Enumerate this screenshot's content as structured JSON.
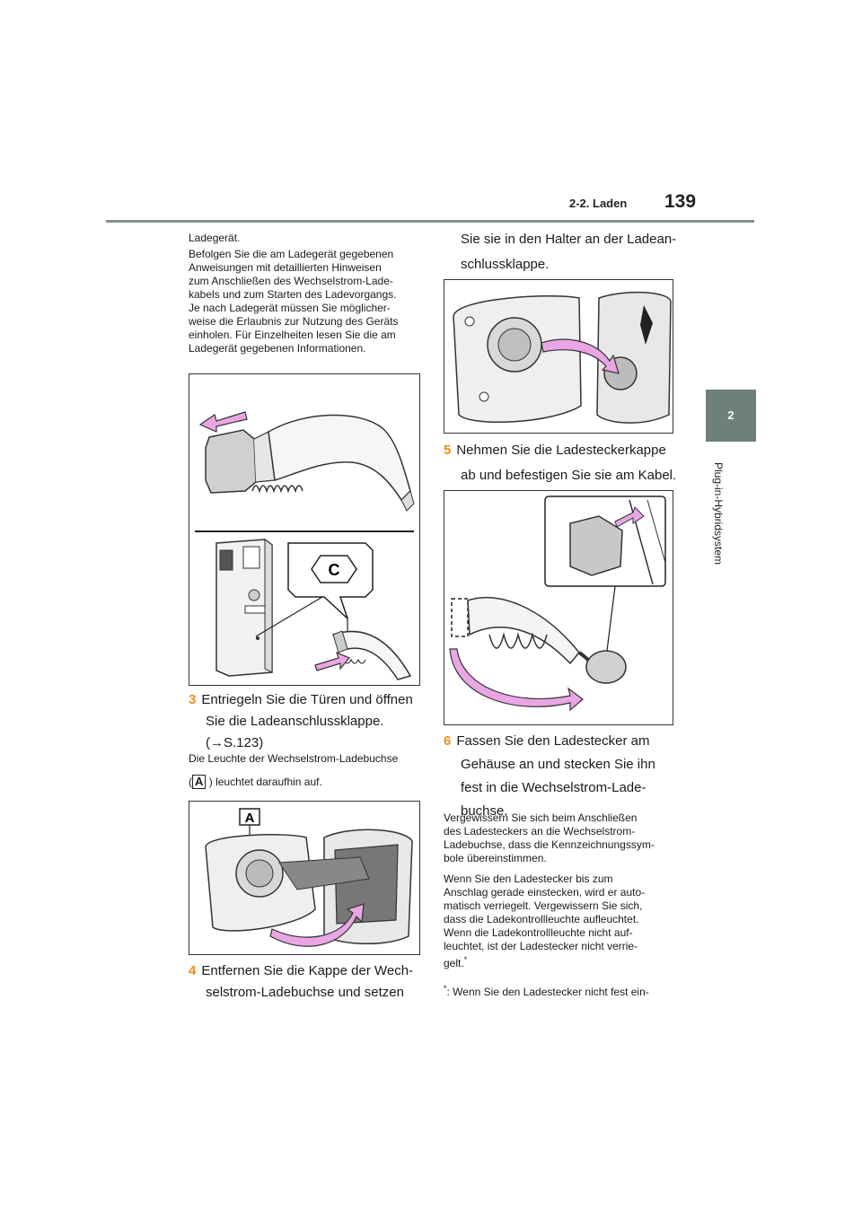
{
  "header": {
    "section": "2-2. Laden",
    "page_number": "139"
  },
  "sidebar": {
    "chapter_number": "2",
    "chapter_title": "Plug-in-Hybridsystem"
  },
  "left_column": {
    "intro_line": "Ladegerät.",
    "intro_paragraph": [
      "Befolgen Sie die am Ladegerät gegebenen",
      "Anweisungen mit detaillierten Hinweisen",
      "zum Anschließen des Wechselstrom-Lade-",
      "kabels und zum Starten des Ladevorgangs.",
      "Je nach Ladegerät müssen Sie möglicher-",
      "weise die Erlaubnis zur Nutzung des Geräts",
      "einholen. Für Einzelheiten lesen Sie die am",
      "Ladegerät gegebenen Informationen."
    ],
    "figure1_label": "C",
    "step3": {
      "number": "3",
      "lines": [
        "Entriegeln Sie die Türen und öffnen",
        "Sie die Ladeanschlussklappe.",
        "(→S.123)"
      ]
    },
    "note3_line1": "Die Leuchte der Wechselstrom-Ladebuchse",
    "note3_open": "(",
    "note3_label": "A",
    "note3_rest": ") leuchtet daraufhin auf.",
    "figure2_label": "A",
    "step4": {
      "number": "4",
      "lines": [
        "Entfernen Sie die Kappe der Wech-",
        "selstrom-Ladebuchse und setzen"
      ]
    }
  },
  "right_column": {
    "step4_cont": [
      "Sie sie in den Halter an der Ladean-",
      "schlussklappe."
    ],
    "step5": {
      "number": "5",
      "lines": [
        "Nehmen Sie die Ladesteckerkappe",
        "ab und befestigen Sie sie am Kabel."
      ]
    },
    "step6": {
      "number": "6",
      "lines": [
        "Fassen Sie den Ladestecker am",
        "Gehäuse an und stecken Sie ihn",
        "fest in die Wechselstrom-Lade-",
        "buchse."
      ]
    },
    "para1": [
      "Vergewissern Sie sich beim Anschließen",
      "des Ladesteckers an die Wechselstrom-",
      "Ladebuchse, dass die Kennzeichnungssym-",
      "bole übereinstimmen."
    ],
    "para2": [
      "Wenn Sie den Ladestecker bis zum",
      "Anschlag gerade einstecken, wird er auto-",
      "matisch verriegelt. Vergewissern Sie sich,",
      "dass die Ladekontrollleuchte aufleuchtet.",
      "Wenn die Ladekontrollleuchte nicht auf-",
      "leuchtet, ist der Ladestecker nicht verrie-",
      "gelt."
    ],
    "footnote_mark": "*",
    "footnote": ": Wenn Sie den Ladestecker nicht fest ein-"
  },
  "colors": {
    "accent": "#f28c1a",
    "sidebar": "#6f7f7b",
    "arrow_pink": "#e9a6e3"
  }
}
